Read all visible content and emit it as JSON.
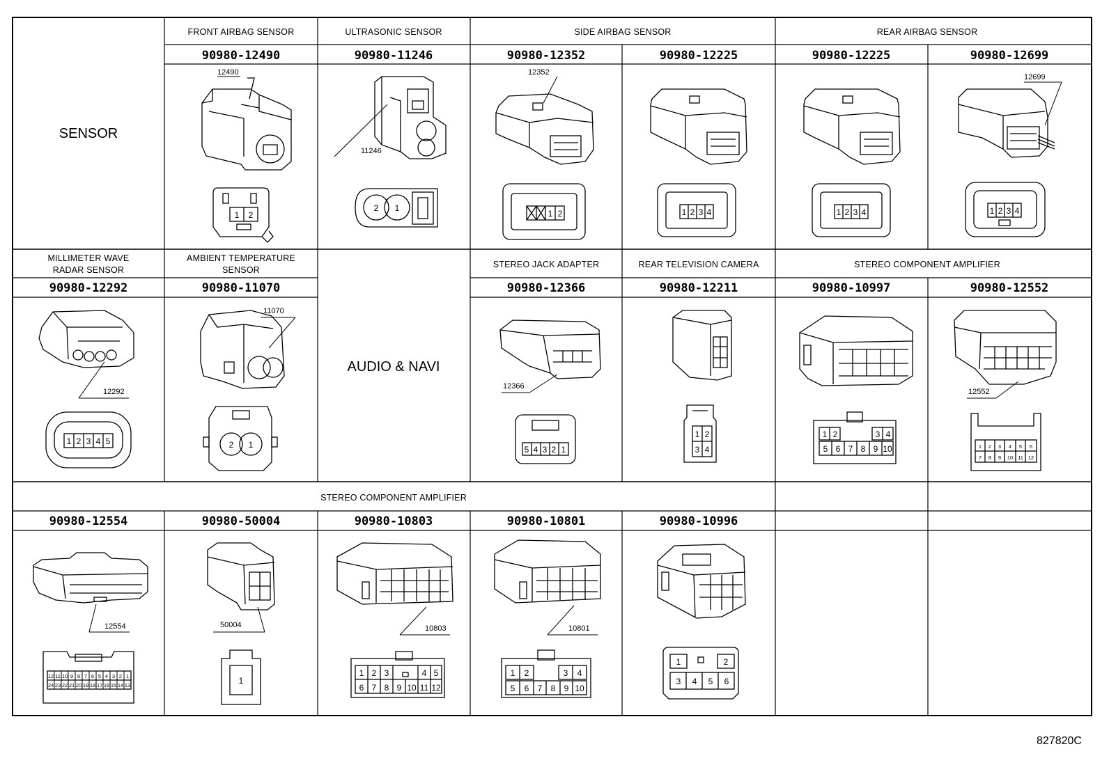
{
  "figure_id": "827820C",
  "rows": [
    {
      "group_label": "SENSOR",
      "cells": [
        {
          "caption": "FRONT AIRBAG SENSOR",
          "part_number": "90980-12490",
          "callout": "12490",
          "pins": [
            "1",
            "2"
          ]
        },
        {
          "caption": "ULTRASONIC SENSOR",
          "part_number": "90980-11246",
          "callout": "11246",
          "pins": [
            "2",
            "1"
          ]
        },
        {
          "caption": "SIDE AIRBAG SENSOR",
          "part_number": "90980-12352",
          "callout": "12352",
          "pins": [
            "",
            "",
            "1",
            "2"
          ]
        },
        {
          "caption": "",
          "part_number": "90980-12225",
          "callout": "",
          "pins": [
            "1",
            "2",
            "3",
            "4"
          ]
        },
        {
          "caption": "REAR AIRBAG SENSOR",
          "part_number": "90980-12225",
          "callout": "",
          "pins": [
            "1",
            "2",
            "3",
            "4"
          ]
        },
        {
          "caption": "",
          "part_number": "90980-12699",
          "callout": "12699",
          "pins": [
            "1",
            "2",
            "3",
            "4"
          ]
        }
      ]
    },
    {
      "group_label": "AUDIO & NAVI",
      "cells": [
        {
          "caption_lines": [
            "MILLIMETER WAVE",
            "RADAR SENSOR"
          ],
          "part_number": "90980-12292",
          "callout": "12292",
          "pins": [
            "1",
            "2",
            "3",
            "4",
            "5"
          ]
        },
        {
          "caption_lines": [
            "AMBIENT TEMPERATURE",
            "SENSOR"
          ],
          "part_number": "90980-11070",
          "callout": "11070",
          "pins": [
            "2",
            "1"
          ]
        },
        {
          "caption": "STEREO JACK ADAPTER",
          "part_number": "90980-12366",
          "callout": "12366",
          "pins": [
            "5",
            "4",
            "3",
            "2",
            "1"
          ]
        },
        {
          "caption": "REAR TELEVISION CAMERA",
          "part_number": "90980-12211",
          "callout": "",
          "pins": [
            "1",
            "2",
            "3",
            "4"
          ]
        },
        {
          "caption": "STEREO COMPONENT AMPLIFIER",
          "part_number": "90980-10997",
          "callout": "",
          "pins_top": [
            "1",
            "2",
            "",
            "3",
            "4"
          ],
          "pins_bottom": [
            "5",
            "6",
            "7",
            "8",
            "9",
            "10"
          ]
        },
        {
          "caption": "",
          "part_number": "90980-12552",
          "callout": "12552",
          "pins_top": [
            "1",
            "2",
            "3",
            "4",
            "5",
            "6"
          ],
          "pins_bottom": [
            "7",
            "8",
            "9",
            "10",
            "11",
            "12"
          ]
        }
      ]
    },
    {
      "group_label": "STEREO COMPONENT AMPLIFIER",
      "cells": [
        {
          "part_number": "90980-12554",
          "callout": "12554",
          "pins_top": [
            "12",
            "11",
            "10",
            "9",
            "8",
            "7",
            "6",
            "5",
            "4",
            "3",
            "2",
            "1"
          ],
          "pins_bottom": [
            "24",
            "23",
            "22",
            "21",
            "20",
            "19",
            "18",
            "17",
            "16",
            "15",
            "14",
            "13"
          ]
        },
        {
          "part_number": "90980-50004",
          "callout": "50004",
          "pins": [
            "1"
          ]
        },
        {
          "part_number": "90980-10803",
          "callout": "10803",
          "pins_top": [
            "1",
            "2",
            "3",
            "",
            "4",
            "5"
          ],
          "pins_bottom": [
            "6",
            "7",
            "8",
            "9",
            "10",
            "11",
            "12"
          ]
        },
        {
          "part_number": "90980-10801",
          "callout": "10801",
          "pins_top": [
            "1",
            "2",
            "",
            "3",
            "4"
          ],
          "pins_bottom": [
            "5",
            "6",
            "7",
            "8",
            "9",
            "10"
          ]
        },
        {
          "part_number": "90980-10996",
          "callout": "",
          "pins_top": [
            "1",
            "",
            "2"
          ],
          "pins_bottom": [
            "3",
            "4",
            "5",
            "6"
          ]
        }
      ]
    }
  ]
}
